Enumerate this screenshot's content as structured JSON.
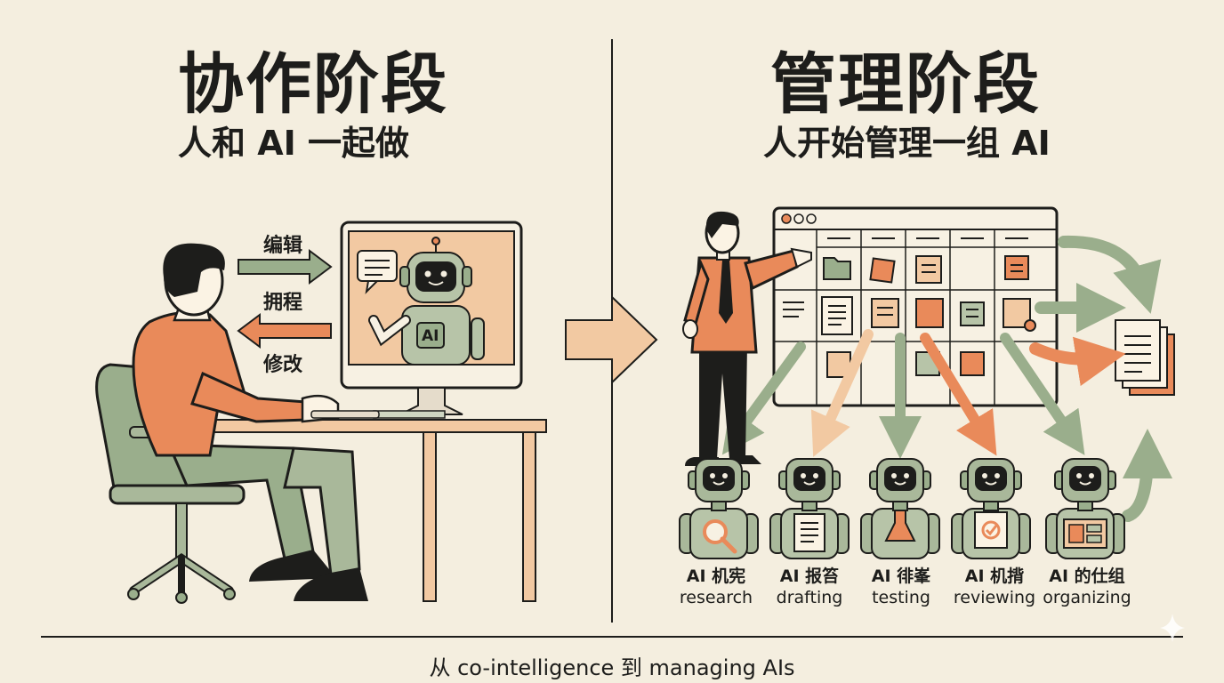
{
  "left_panel": {
    "title": "协作阶段",
    "subtitle": "人和 AI 一起做",
    "actions": [
      "编辑",
      "拥程",
      "修改"
    ],
    "screen_badge": "AI"
  },
  "right_panel": {
    "title": "管理阶段",
    "subtitle": "人开始管理一组 AI",
    "agents": [
      {
        "zh": "AI 机宪",
        "en": "research"
      },
      {
        "zh": "AI 报笞",
        "en": "drafting"
      },
      {
        "zh": "AI 徘峯",
        "en": "testing"
      },
      {
        "zh": "AI 机揹",
        "en": "reviewing"
      },
      {
        "zh": "AI 的仕组",
        "en": "organizing"
      }
    ]
  },
  "caption": "从 co-intelligence 到 managing AIs",
  "colors": {
    "background": "#f4eedf",
    "green": "#9aae8c",
    "orange": "#e98a5a",
    "peach": "#f2c9a2",
    "ink": "#1d1d1b"
  }
}
